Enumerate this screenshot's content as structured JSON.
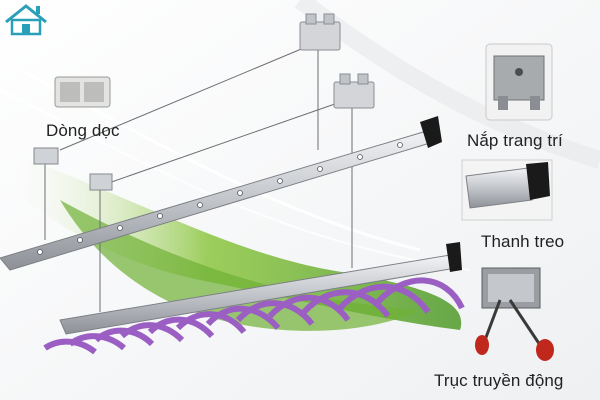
{
  "labels": {
    "dong_doc": "Dòng dọc",
    "nap_trang_tri": "Nắp trang trí",
    "thanh_treo": "Thanh treo",
    "truc_truyen_dong": "Trục truyền động"
  },
  "colors": {
    "background": "#ffffff",
    "swoosh_green": "#7fbf3a",
    "rail_silver": "#c9ccd0",
    "end_cap_black": "#1a1a1a",
    "hanger_purple": "#9b5fc4",
    "logo_teal": "#2aa0b8",
    "label_text": "#222222"
  },
  "icons": [
    "house-logo-icon",
    "pulley-block-icon",
    "ceiling-cover-icon",
    "crank-handle-icon"
  ]
}
